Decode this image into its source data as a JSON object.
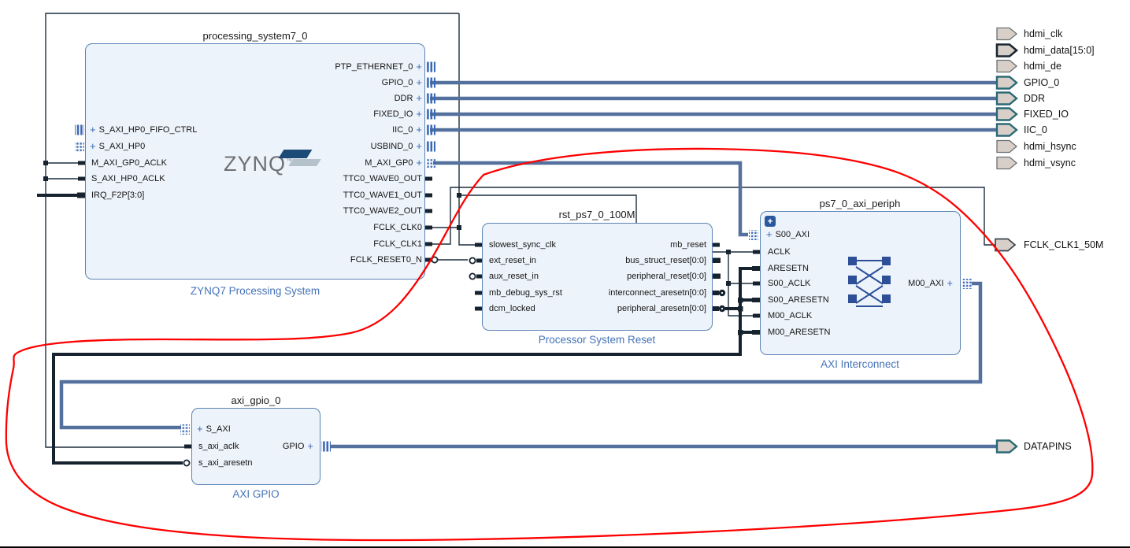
{
  "diagram": {
    "glyphs": {
      "plus": "+",
      "tm": "™",
      "expand": "+"
    },
    "colors": {
      "wire_thin": "#1d2f3f",
      "wire_thick": "#16222e",
      "wire_bus": "#54719d",
      "iface_stub": "#3a69b5",
      "block_fill": "#edf3fa",
      "block_border": "#5b83b5",
      "label_blue": "#4573b8",
      "port_fill": "#d8d0c8",
      "port_plain": "#6a6f73",
      "port_iface": "#2b6a76",
      "port_bus": "#1a2732",
      "annotation_red": "#fe0000"
    },
    "blocks": {
      "ps7": {
        "title": "processing_system7_0",
        "subtitle": "ZYNQ7 Processing System",
        "logo_text": "ZYNQ",
        "left_pins": [
          {
            "label": "S_AXI_HP0_FIFO_CTRL"
          },
          {
            "label": "S_AXI_HP0"
          },
          {
            "label": "M_AXI_GP0_ACLK"
          },
          {
            "label": "S_AXI_HP0_ACLK"
          },
          {
            "label": "IRQ_F2P[3:0]"
          }
        ],
        "right_pins": [
          {
            "label": "PTP_ETHERNET_0"
          },
          {
            "label": "GPIO_0"
          },
          {
            "label": "DDR"
          },
          {
            "label": "FIXED_IO"
          },
          {
            "label": "IIC_0"
          },
          {
            "label": "USBIND_0"
          },
          {
            "label": "M_AXI_GP0"
          },
          {
            "label": "TTC0_WAVE0_OUT"
          },
          {
            "label": "TTC0_WAVE1_OUT"
          },
          {
            "label": "TTC0_WAVE2_OUT"
          },
          {
            "label": "FCLK_CLK0"
          },
          {
            "label": "FCLK_CLK1"
          },
          {
            "label": "FCLK_RESET0_N"
          }
        ]
      },
      "rst": {
        "title": "rst_ps7_0_100M",
        "subtitle": "Processor System Reset",
        "left_pins": [
          {
            "label": "slowest_sync_clk"
          },
          {
            "label": "ext_reset_in"
          },
          {
            "label": "aux_reset_in"
          },
          {
            "label": "mb_debug_sys_rst"
          },
          {
            "label": "dcm_locked"
          }
        ],
        "right_pins": [
          {
            "label": "mb_reset"
          },
          {
            "label": "bus_struct_reset[0:0]"
          },
          {
            "label": "peripheral_reset[0:0]"
          },
          {
            "label": "interconnect_aresetn[0:0]"
          },
          {
            "label": "peripheral_aresetn[0:0]"
          }
        ]
      },
      "periph": {
        "title": "ps7_0_axi_periph",
        "subtitle": "AXI Interconnect",
        "left_pins": [
          {
            "label": "S00_AXI"
          },
          {
            "label": "ACLK"
          },
          {
            "label": "ARESETN"
          },
          {
            "label": "S00_ACLK"
          },
          {
            "label": "S00_ARESETN"
          },
          {
            "label": "M00_ACLK"
          },
          {
            "label": "M00_ARESETN"
          }
        ],
        "right_pins": [
          {
            "label": "M00_AXI"
          }
        ]
      },
      "gpio": {
        "title": "axi_gpio_0",
        "subtitle": "AXI GPIO",
        "left_pins": [
          {
            "label": "S_AXI"
          },
          {
            "label": "s_axi_aclk"
          },
          {
            "label": "s_axi_aresetn"
          }
        ],
        "right_pins": [
          {
            "label": "GPIO"
          }
        ]
      }
    },
    "ports": [
      {
        "label": "hdmi_clk",
        "kind": "plain"
      },
      {
        "label": "hdmi_data[15:0]",
        "kind": "bus"
      },
      {
        "label": "hdmi_de",
        "kind": "plain"
      },
      {
        "label": "GPIO_0",
        "kind": "iface"
      },
      {
        "label": "DDR",
        "kind": "iface"
      },
      {
        "label": "FIXED_IO",
        "kind": "iface"
      },
      {
        "label": "IIC_0",
        "kind": "iface"
      },
      {
        "label": "hdmi_hsync",
        "kind": "plain"
      },
      {
        "label": "hdmi_vsync",
        "kind": "plain"
      },
      {
        "label": "FCLK_CLK1_50M",
        "kind": "clk"
      },
      {
        "label": "DATAPINS",
        "kind": "iface"
      }
    ]
  }
}
